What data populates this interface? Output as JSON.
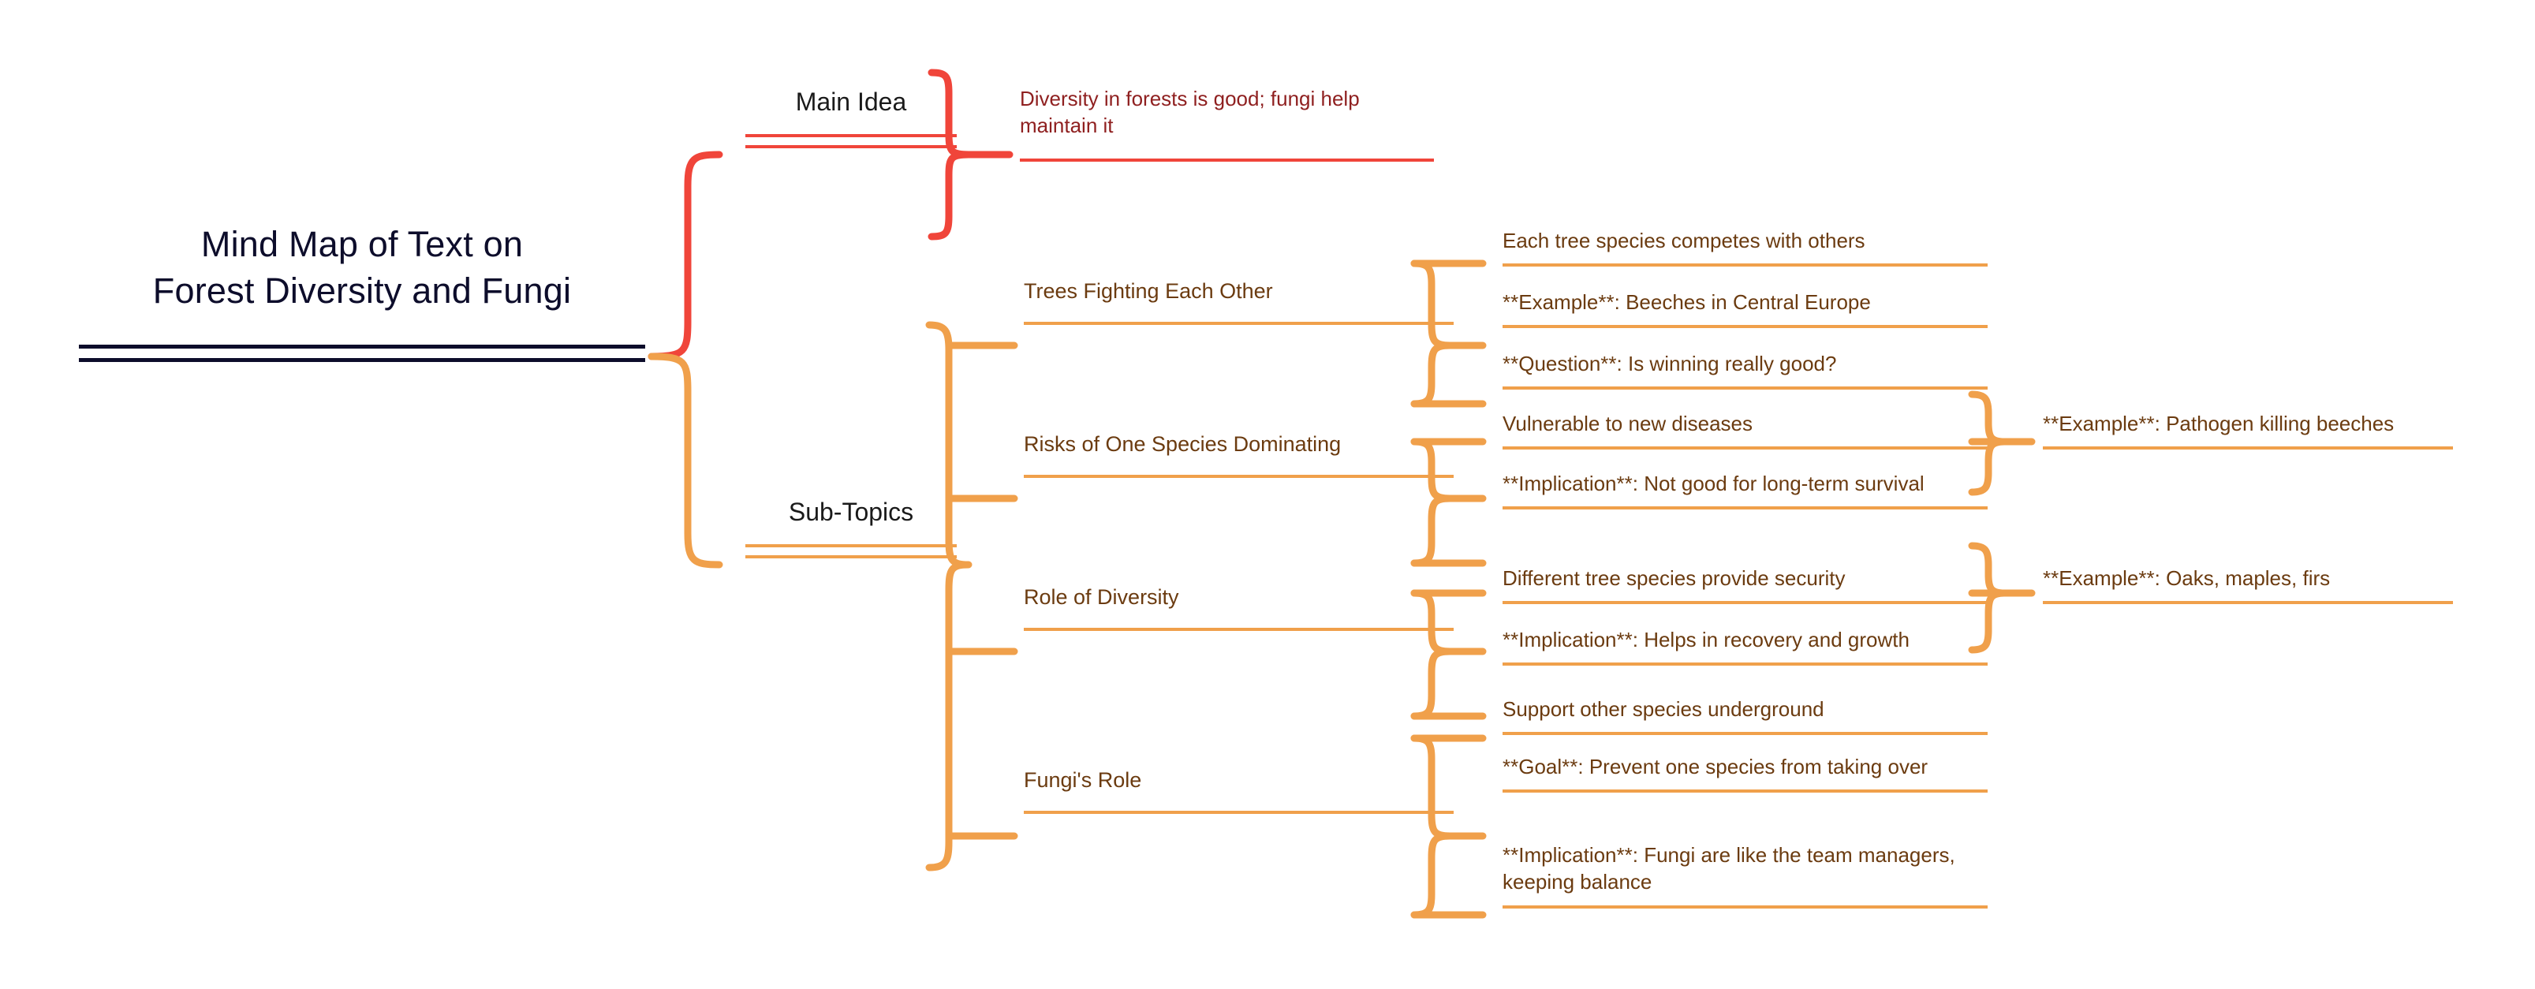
{
  "palette": {
    "root_color": "#0d0d2b",
    "main_idea_color": "#f0453a",
    "main_idea_text_color": "#8f2020",
    "sub_topics_color": "#f0a04b",
    "branch_text_color": "#6b3b10",
    "background": "#ffffff"
  },
  "root": {
    "title": "Mind Map of Text on\nForest Diversity and Fungi"
  },
  "branches": {
    "main_idea": {
      "label": "Main Idea",
      "leaves": [
        {
          "text": "Diversity in forests is good; fungi help maintain it"
        }
      ]
    },
    "sub_topics": {
      "label": "Sub-Topics",
      "topics": [
        {
          "label": "Trees Fighting Each Other",
          "leaves": [
            {
              "text": "Each tree species competes with others"
            },
            {
              "text": "**Example**: Beeches in Central Europe"
            },
            {
              "text": "**Question**: Is winning really good?"
            }
          ]
        },
        {
          "label": "Risks of One Species Dominating",
          "leaves": [
            {
              "text": "Vulnerable to new diseases",
              "children": [
                {
                  "text": "**Example**: Pathogen killing beeches"
                }
              ]
            },
            {
              "text": "**Implication**: Not good for long-term survival"
            }
          ]
        },
        {
          "label": "Role of Diversity",
          "leaves": [
            {
              "text": "Different tree species provide security",
              "children": [
                {
                  "text": "**Example**: Oaks, maples, firs"
                }
              ]
            },
            {
              "text": "**Implication**: Helps in recovery and growth"
            }
          ]
        },
        {
          "label": "Fungi's Role",
          "leaves": [
            {
              "text": "Support other species underground"
            },
            {
              "text": "**Goal**: Prevent one species from taking over"
            },
            {
              "text": "**Implication**: Fungi are like the team managers, keeping balance"
            }
          ]
        }
      ]
    }
  }
}
